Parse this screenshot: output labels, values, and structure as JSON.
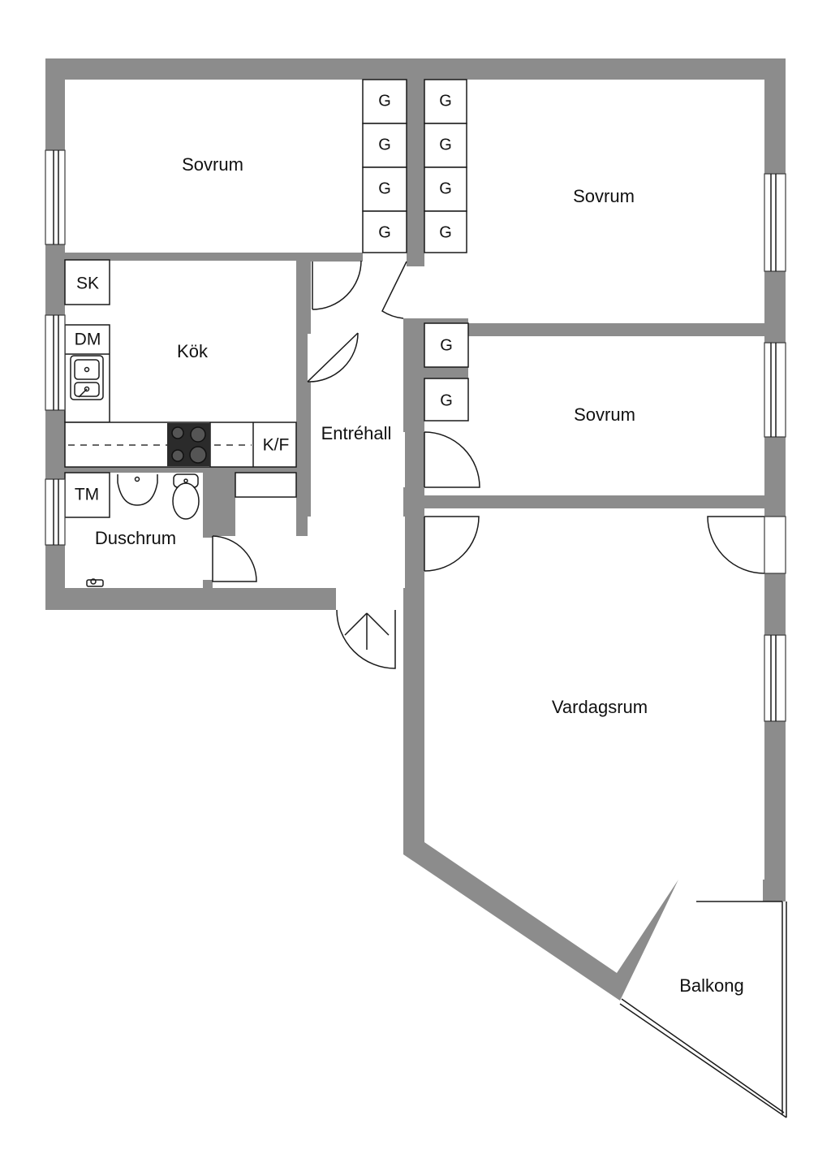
{
  "rooms": {
    "sovrum_1": "Sovrum",
    "sovrum_2": "Sovrum",
    "sovrum_3": "Sovrum",
    "kok": "Kök",
    "entrehall": "Entréhall",
    "duschrum": "Duschrum",
    "vardagsrum": "Vardagsrum",
    "balkong": "Balkong"
  },
  "fixtures": {
    "sk": "SK",
    "dm": "DM",
    "kf": "K/F",
    "tm": "TM",
    "wardrobe": "G"
  },
  "colors": {
    "wall": "#8c8c8c",
    "stove": "#2b2b2b"
  },
  "icons": [
    "sink-icon",
    "washbasin-icon",
    "toilet-icon",
    "stove-icon",
    "tap-icon",
    "entrance-arrow-icon"
  ]
}
